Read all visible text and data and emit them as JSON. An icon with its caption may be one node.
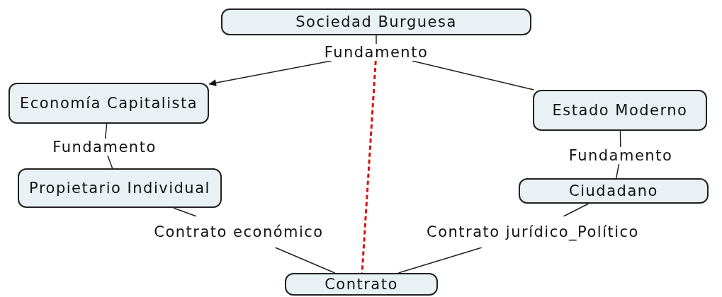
{
  "diagram": {
    "nodes": [
      {
        "text": [
          "Sociedad Burguesa"
        ]
      },
      {
        "text": [
          "Fundamento"
        ]
      },
      {
        "text": [
          "Economía Capitalista"
        ]
      },
      {
        "text": [
          "Estado Moderno"
        ]
      },
      {
        "text": [
          "Fundamento"
        ]
      },
      {
        "text": [
          "Propietario Individual"
        ]
      },
      {
        "text": [
          "Fundamento"
        ]
      },
      {
        "text": [
          "Ciudadano"
        ]
      },
      {
        "text": [
          "Contrato económico"
        ]
      },
      {
        "text": [
          "Contrato jurídico_Político"
        ]
      },
      {
        "text": [
          "Contrato"
        ]
      }
    ],
    "edges": [
      {
        "from": 0,
        "to": 1,
        "arrow": "none"
      },
      {
        "from": 1,
        "to": 2,
        "arrow": "to"
      },
      {
        "from": 1,
        "to": 3,
        "arrow": "none"
      },
      {
        "from": 2,
        "to": 4,
        "arrow": "none"
      },
      {
        "from": 4,
        "to": 5,
        "arrow": "none"
      },
      {
        "from": 3,
        "to": 6,
        "arrow": "none"
      },
      {
        "from": 6,
        "to": 7,
        "arrow": "none"
      },
      {
        "from": 5,
        "to": 8,
        "arrow": "none"
      },
      {
        "from": 8,
        "to": 10,
        "arrow": "none"
      },
      {
        "from": 7,
        "to": 9,
        "arrow": "none"
      },
      {
        "from": 9,
        "to": 10,
        "arrow": "none"
      },
      {
        "from": 1,
        "to": 10,
        "arrow": "none",
        "style": "dashed",
        "color": "#dd1111"
      }
    ]
  }
}
